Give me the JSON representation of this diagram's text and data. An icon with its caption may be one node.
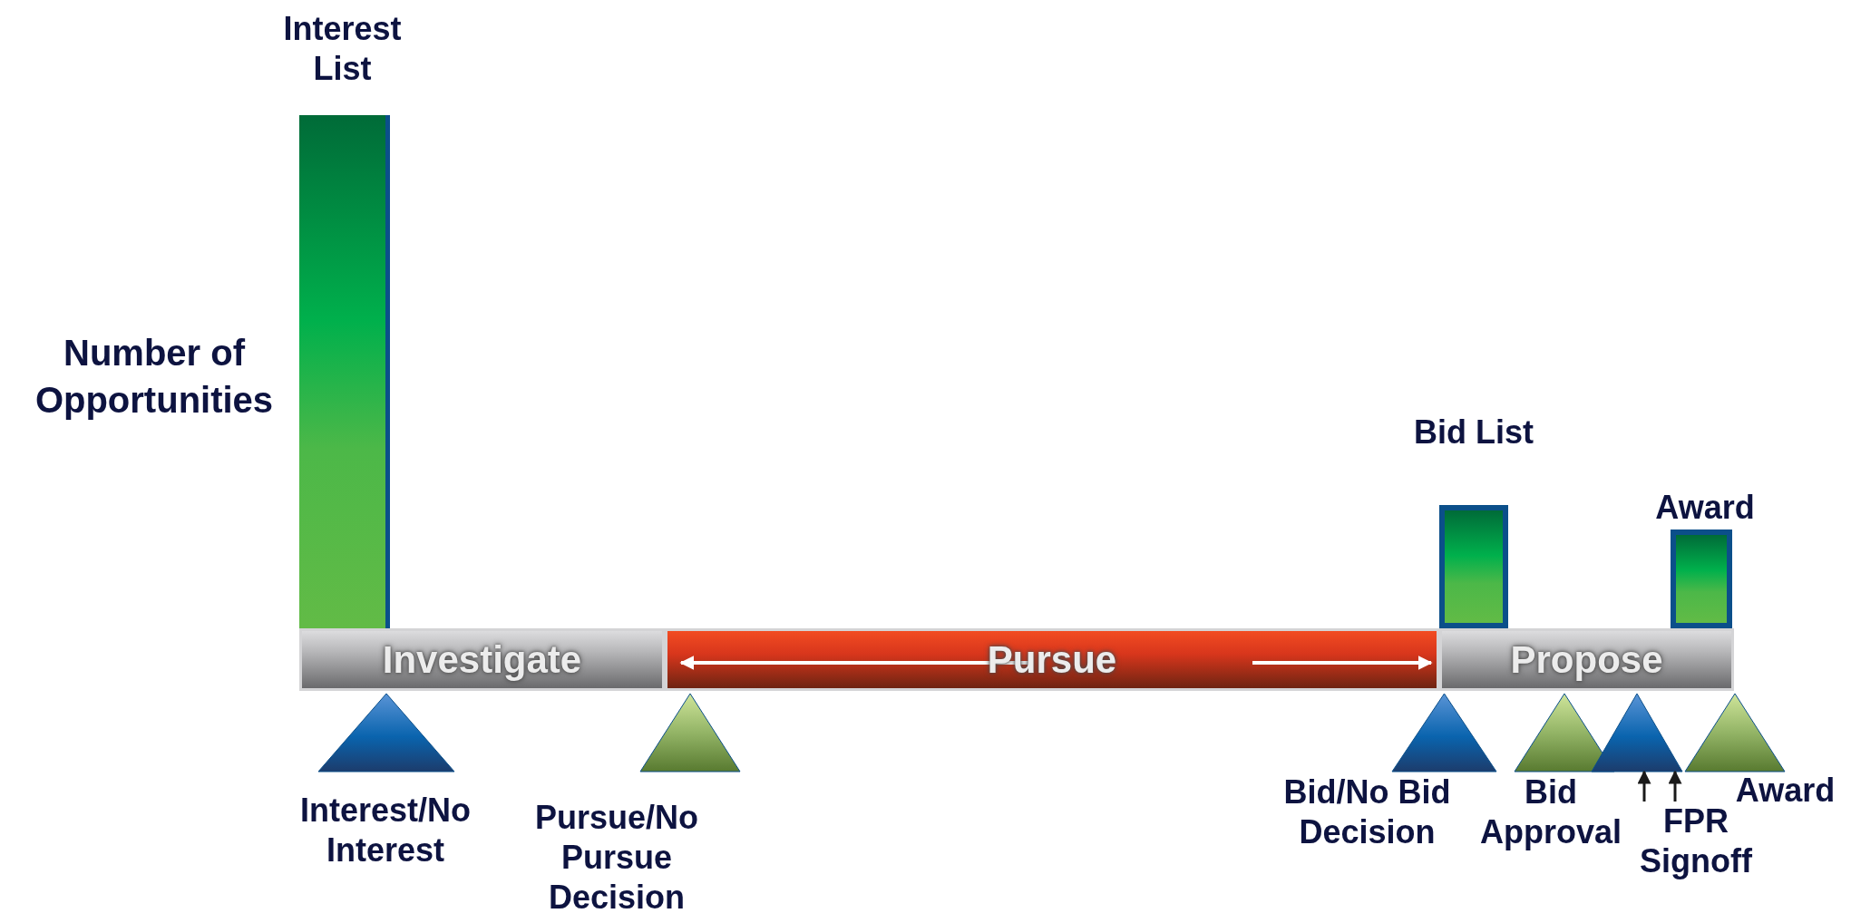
{
  "diagram": {
    "nodes": [
      {
        "text": [
          "Interest List"
        ]
      },
      {
        "text": [
          "Investigate"
        ]
      },
      {
        "text": [
          "Pursue"
        ]
      },
      {
        "text": [
          "Propose"
        ]
      },
      {
        "text": [
          "Bid List"
        ]
      },
      {
        "text": [
          "Award"
        ]
      },
      {
        "text": [
          "Interest/No Interest"
        ]
      },
      {
        "text": [
          "Pursue/No Pursue Decision"
        ]
      },
      {
        "text": [
          "Bid/No Bid Decision"
        ]
      },
      {
        "text": [
          "Bid Approval"
        ]
      },
      {
        "text": [],
        "shape": "triangle"
      },
      {
        "text": [
          "Award"
        ]
      },
      {
        "text": [
          "FPR Signoff"
        ]
      }
    ],
    "edges": [
      {
        "from": 12,
        "to": 10,
        "arrow": "to"
      },
      {
        "from": 12,
        "to": 10,
        "arrow": "to"
      }
    ],
    "labels": [
      "Number of Opportunities"
    ]
  }
}
